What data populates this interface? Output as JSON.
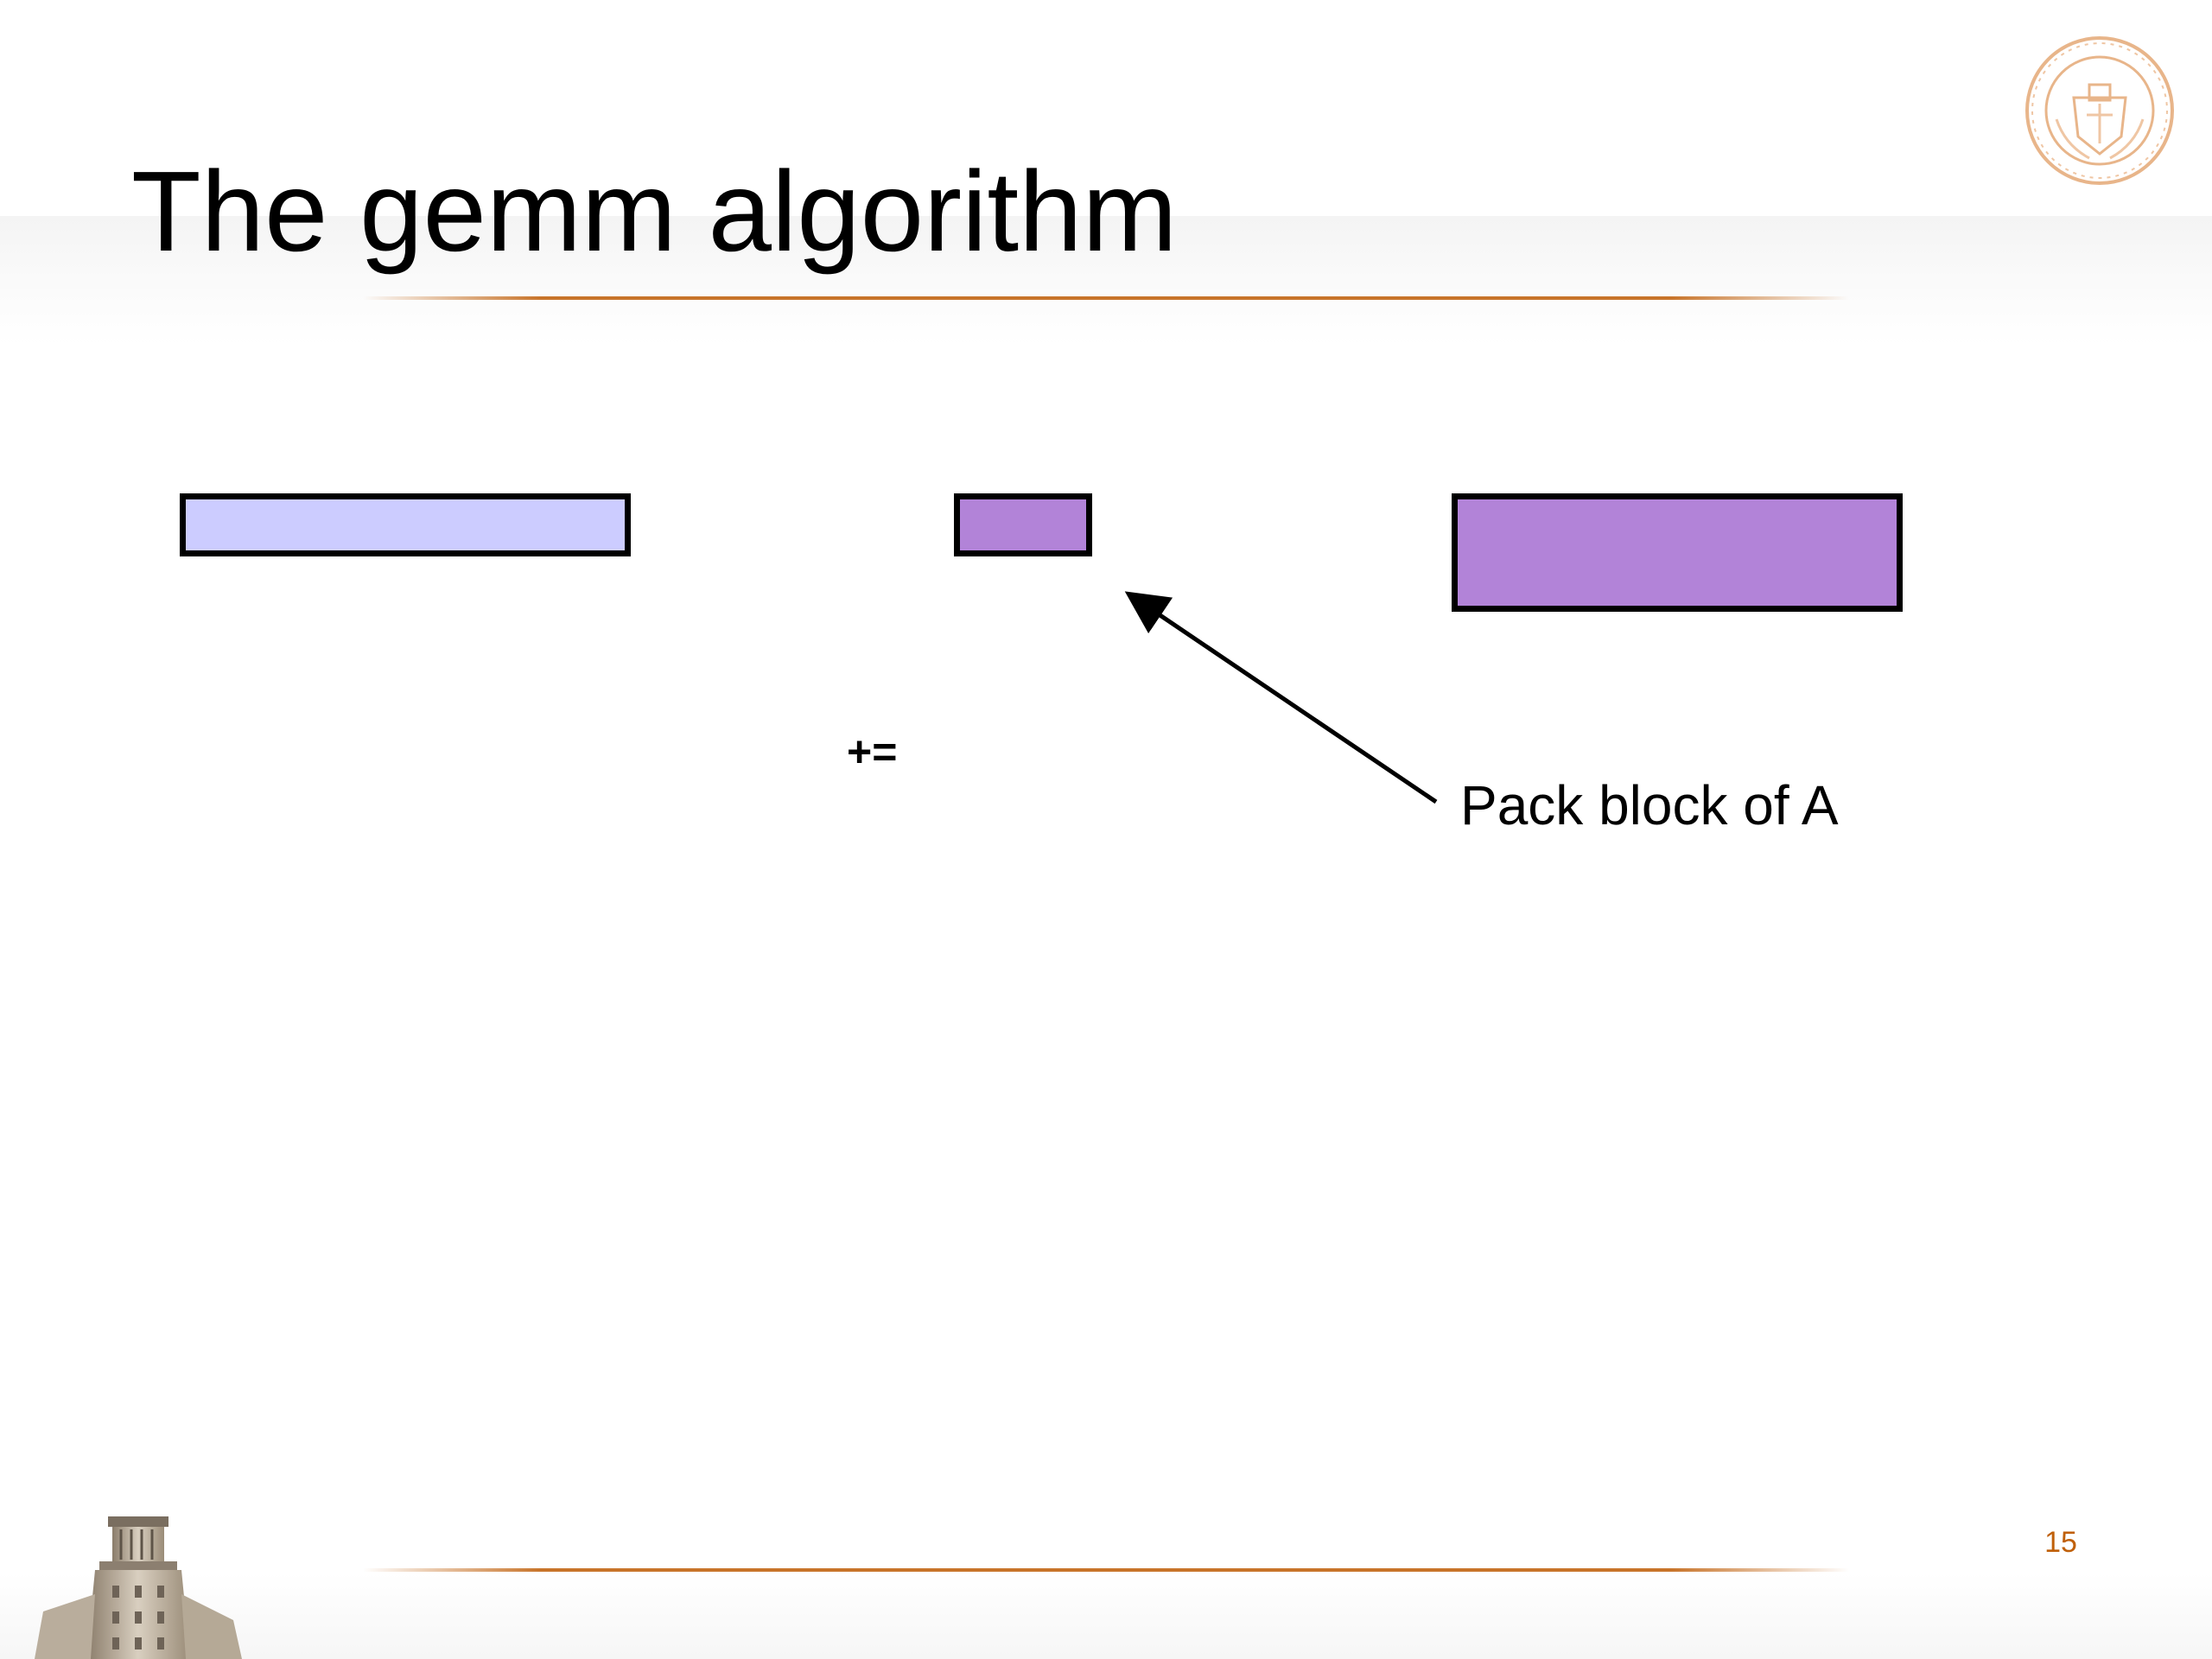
{
  "slide": {
    "title": "The gemm algorithm",
    "page_number": "15",
    "operator": "+=",
    "callout": "Pack block of A"
  },
  "blocks": [
    {
      "name": "left-block",
      "fill": "#ccccff"
    },
    {
      "name": "middle-block",
      "fill": "#b283d8"
    },
    {
      "name": "right-block",
      "fill": "#b283d8"
    }
  ],
  "colors": {
    "accent": "#c8742a",
    "page_number": "#c0600a",
    "outline": "#000000"
  },
  "icons": {
    "seal": "university-seal-icon",
    "tower": "tower-image"
  }
}
